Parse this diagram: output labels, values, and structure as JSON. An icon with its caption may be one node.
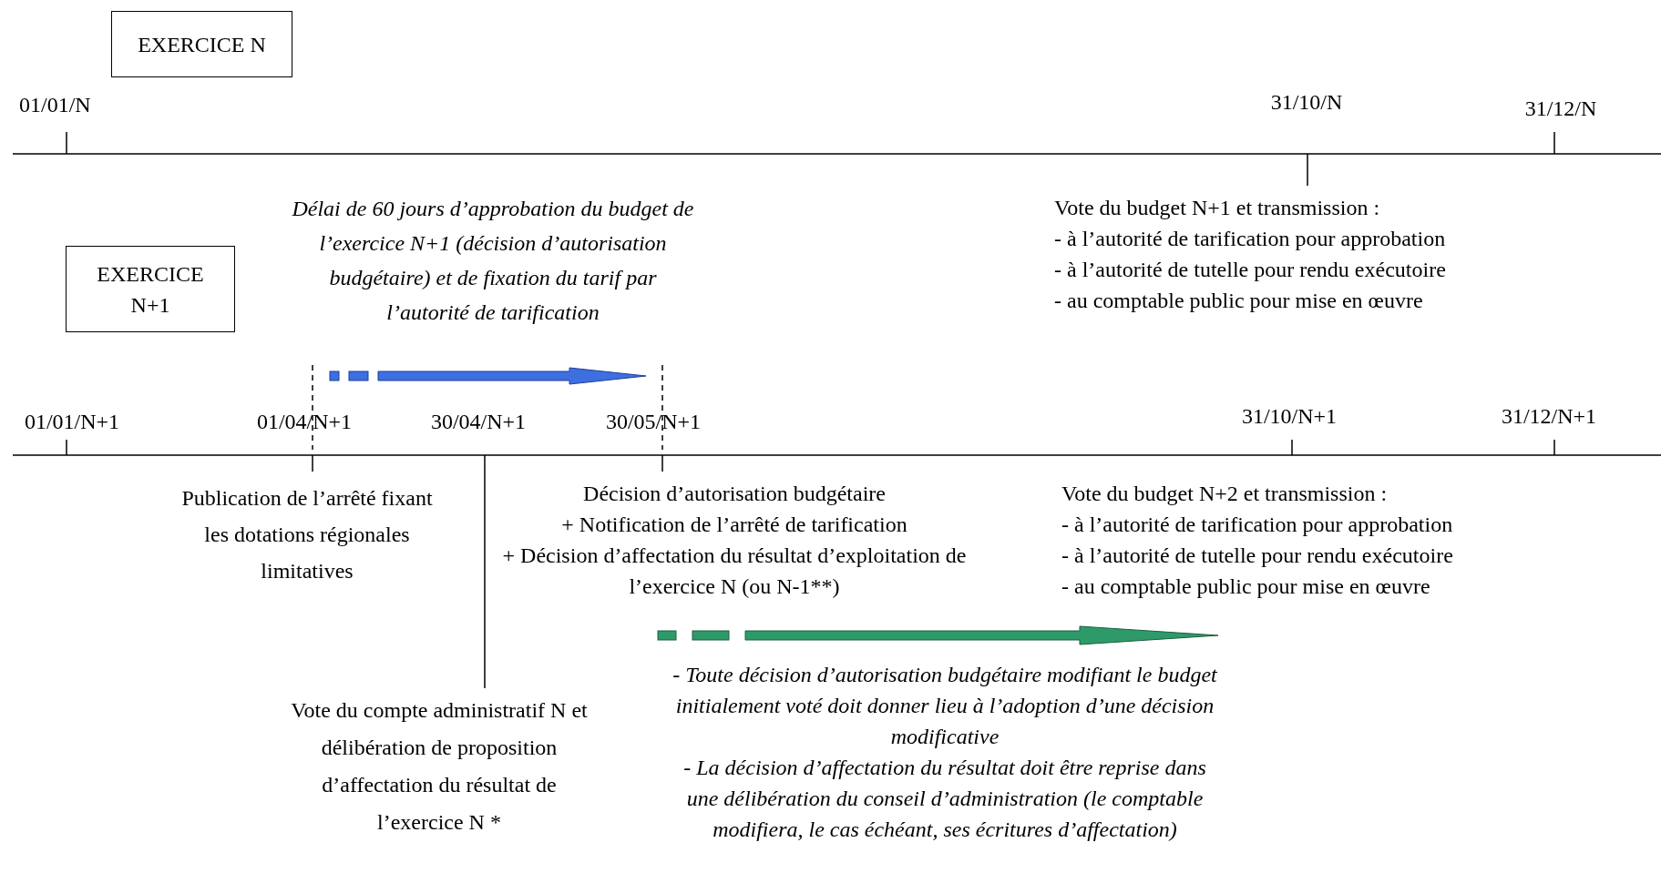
{
  "diagram": {
    "nodes": [
      {
        "text": [
          "EXERCICE N"
        ]
      },
      {
        "text": [
          "EXERCICE N+1"
        ]
      }
    ],
    "labels": [
      "01/01/N",
      "31/10/N",
      "31/12/N",
      "Délai de 60 jours d’approbation du budget de l’exercice N+1 (décision d’autorisation budgétaire) et de fixation du tarif par l’autorité de tarification",
      "Vote du budget N+1 et transmission :",
      "- à l’autorité de tarification pour approbation",
      "- à l’autorité de tutelle pour rendu exécutoire",
      "- au comptable public pour mise en œuvre",
      "01/01/N+1",
      "01/04/N+1",
      "30/04/N+1",
      "30/05/N+1",
      "31/10/N+1",
      "31/12/N+1",
      "Publication de l’arrêté fixant les dotations régionales limitatives",
      "Décision d’autorisation budgétaire",
      "+ Notification de l’arrêté de tarification",
      "+ Décision d’affectation du résultat d’exploitation de l’exercice N (ou N-1**)",
      "Vote du budget N+2 et transmission :",
      "- à l’autorité de tarification pour approbation",
      "- à l’autorité de tutelle pour rendu exécutoire",
      "- au comptable public pour mise en œuvre",
      "- Toute décision d’autorisation budgétaire modifiant le budget initialement voté doit donner lieu à l’adoption d’une décision modificative",
      "- La décision d’affectation du résultat doit être reprise dans une délibération du conseil d’administration (le comptable modifiera, le cas échéant, ses écritures d’affectation)",
      "Vote du compte administratif N et délibération de proposition d’affectation du résultat de l’exercice N *"
    ]
  }
}
